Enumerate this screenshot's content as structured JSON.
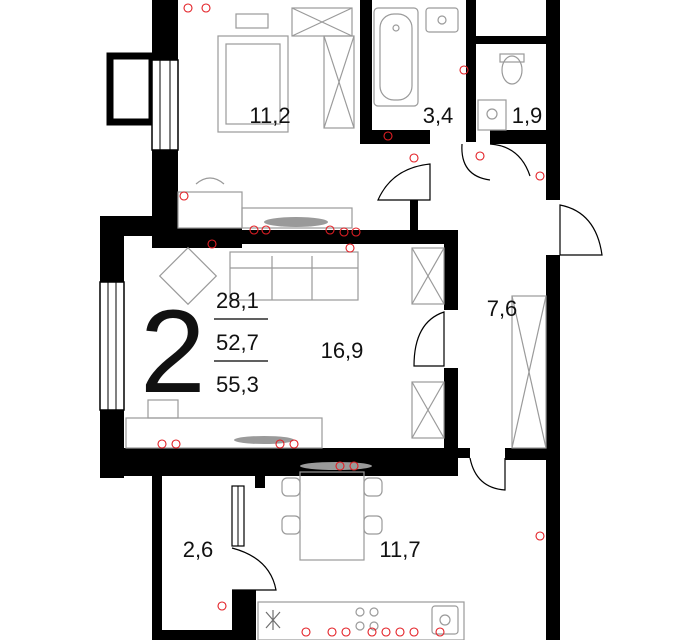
{
  "summary": {
    "rooms_count": "2",
    "living_area": "28,1",
    "total_area": "52,7",
    "area_with_balcony": "55,3"
  },
  "rooms": [
    {
      "id": "bedroom",
      "area": "11,2"
    },
    {
      "id": "bathroom",
      "area": "3,4"
    },
    {
      "id": "toilet",
      "area": "1,9"
    },
    {
      "id": "hallway",
      "area": "7,6"
    },
    {
      "id": "living-room",
      "area": "16,9"
    },
    {
      "id": "storage",
      "area": "2,6"
    },
    {
      "id": "kitchen",
      "area": "11,7"
    }
  ],
  "colors": {
    "walls": "#000000",
    "furniture": "#9a9a9a",
    "sockets": "#e31e24"
  }
}
